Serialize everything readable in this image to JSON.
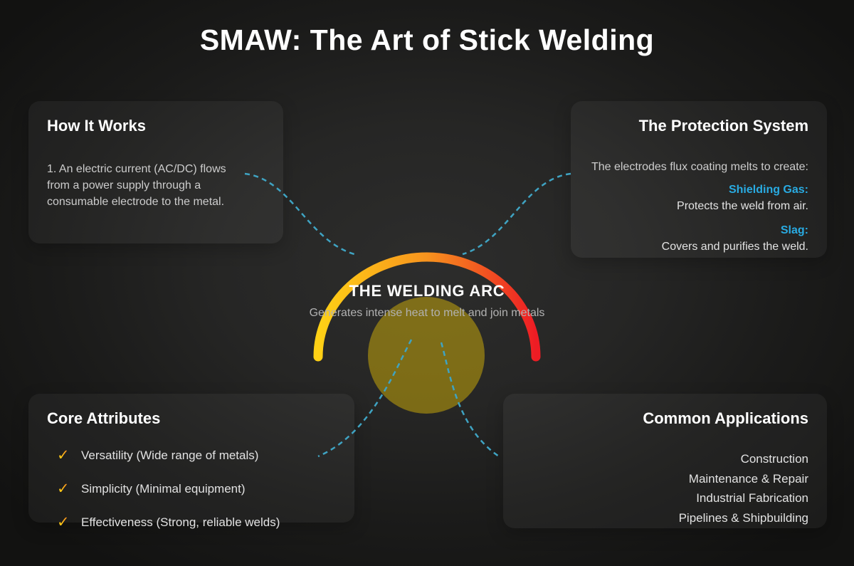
{
  "title": "SMAW: The Art of Stick Welding",
  "colors": {
    "accent_blue": "#29ABE2",
    "connector_dash": "#3FA3C2",
    "arc_yellow": "#FFD115",
    "arc_orange": "#F7931E",
    "arc_red": "#ED1C24",
    "glow_circle": "#FFD400",
    "background_center": "#2d2d2c",
    "background_edge": "#121211"
  },
  "center": {
    "heading": "THE WELDING ARC",
    "subheading": "Generates intense heat to melt and join metals"
  },
  "cards": {
    "how_it_works": {
      "heading": "How It Works",
      "body": "1. An electric current (AC/DC) flows from a power supply through a consumable electrode to the metal."
    },
    "protection": {
      "heading": "The Protection System",
      "intro": "The electrodes flux coating melts to create:",
      "items": [
        {
          "term": "Shielding Gas:",
          "desc": "Protects the weld from air."
        },
        {
          "term": "Slag:",
          "desc": "Covers and purifies the weld."
        }
      ]
    },
    "attributes": {
      "heading": "Core Attributes",
      "check_glyph": "✓",
      "items": [
        "Versatility (Wide range of metals)",
        "Simplicity (Minimal equipment)",
        "Effectiveness (Strong, reliable welds)"
      ]
    },
    "applications": {
      "heading": "Common Applications",
      "items": [
        "Construction",
        "Maintenance & Repair",
        "Industrial Fabrication",
        "Pipelines & Shipbuilding"
      ]
    }
  }
}
